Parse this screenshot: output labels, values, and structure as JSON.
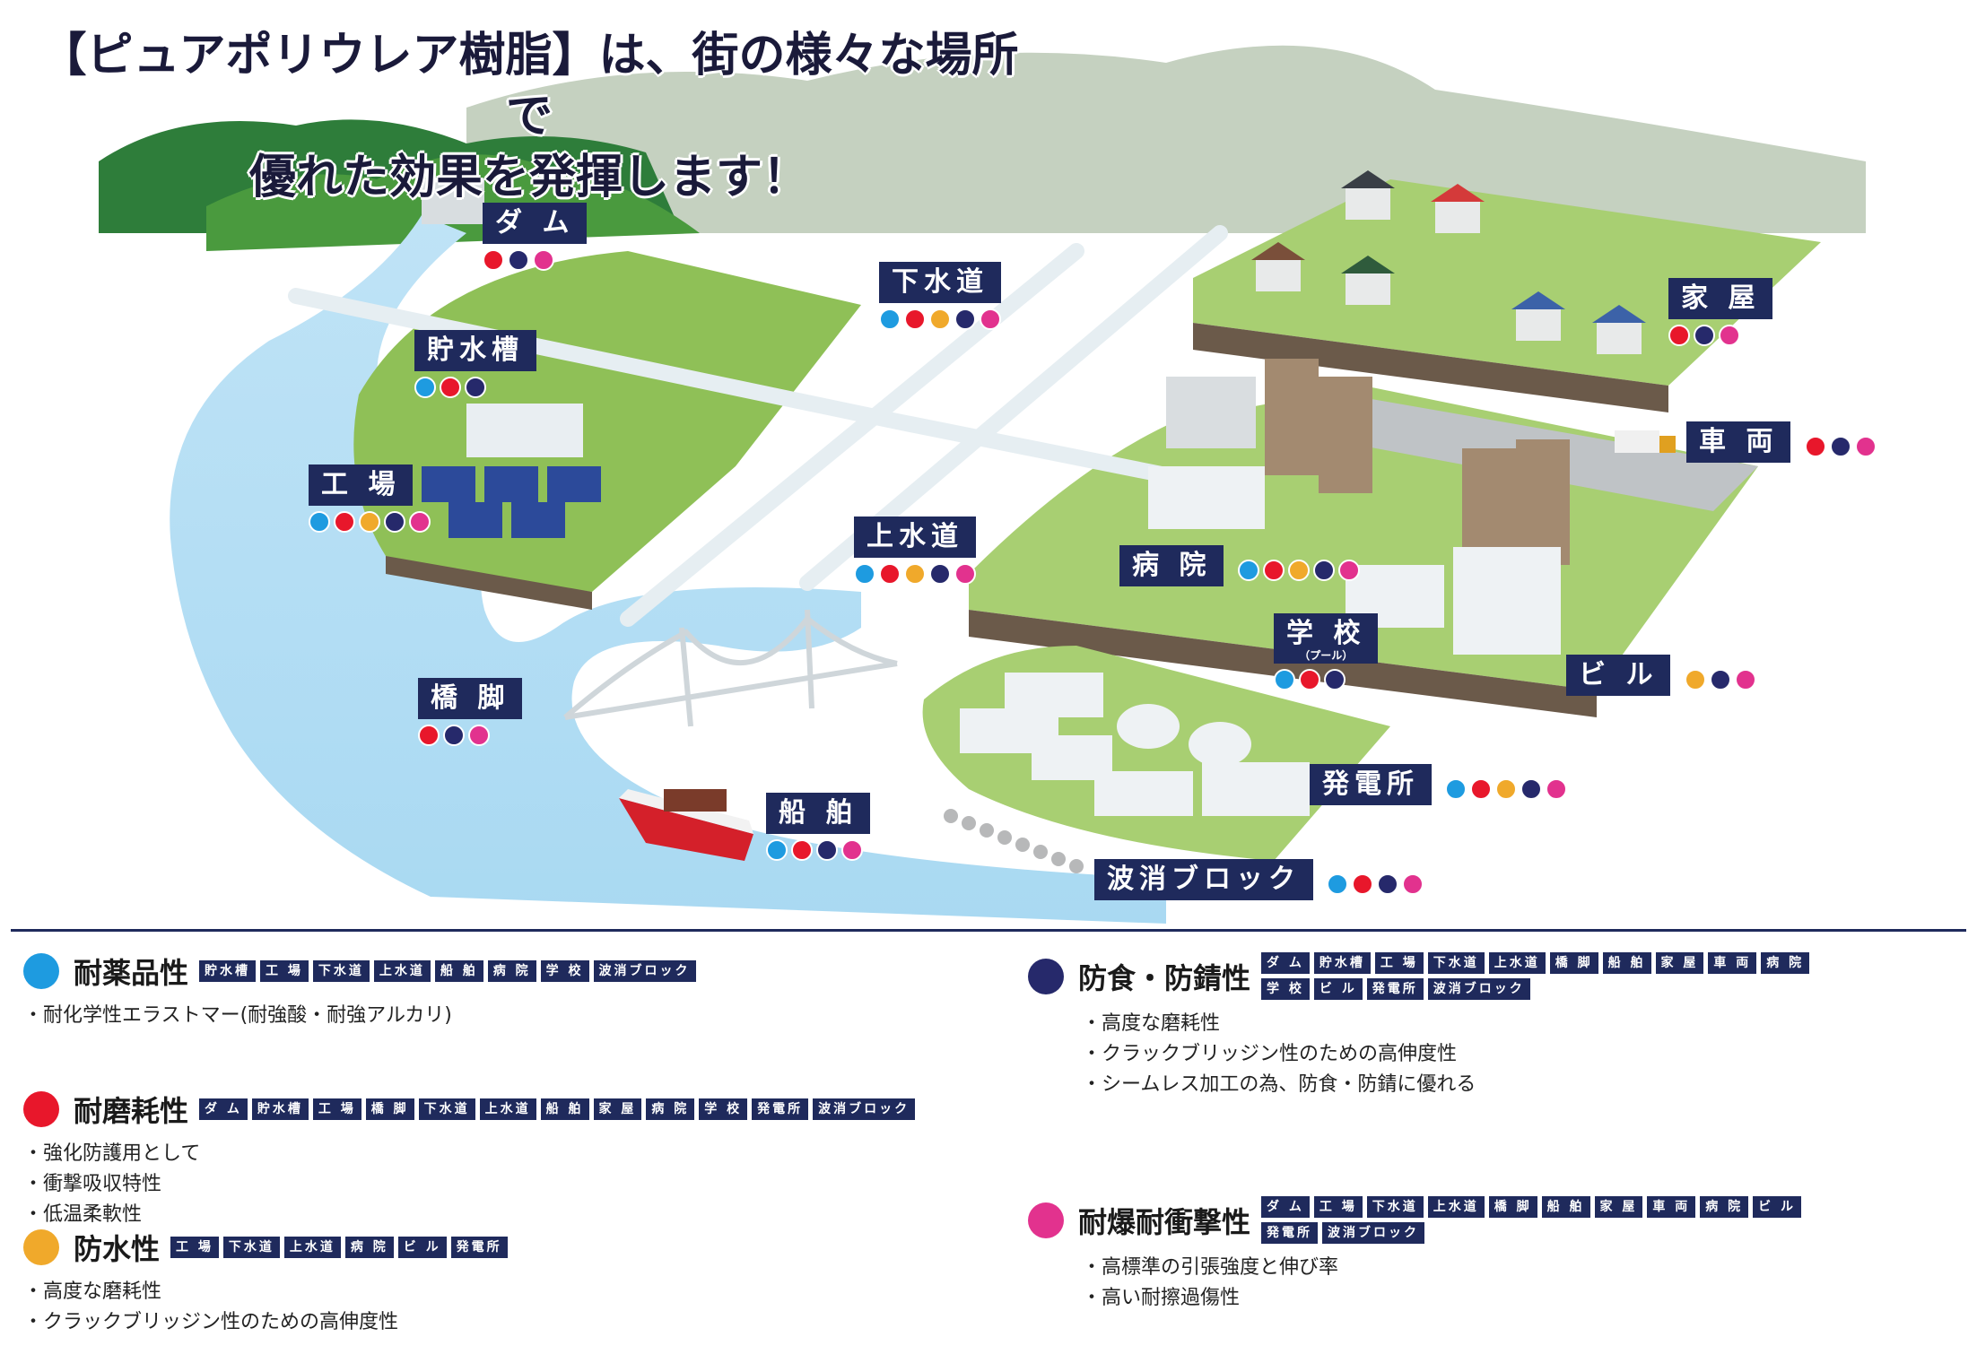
{
  "title": {
    "line1": "【ピュアポリウレア樹脂】は、街の様々な場所で",
    "line2": "優れた効果を発揮します！"
  },
  "colors": {
    "chemical": "#1e9be0",
    "abrasion": "#e8172b",
    "waterproof": "#f0a92b",
    "anticorrosion": "#26296b",
    "blast": "#e2328e",
    "label_bg": "#1f2a5c"
  },
  "locations": [
    {
      "name": "ダ ム",
      "dots": [
        "abrasion",
        "anticorrosion",
        "blast"
      ]
    },
    {
      "name": "下水道",
      "dots": [
        "chemical",
        "abrasion",
        "waterproof",
        "anticorrosion",
        "blast"
      ]
    },
    {
      "name": "家 屋",
      "dots": [
        "abrasion",
        "anticorrosion",
        "blast"
      ]
    },
    {
      "name": "貯水槽",
      "dots": [
        "chemical",
        "abrasion",
        "anticorrosion"
      ]
    },
    {
      "name": "車 両",
      "dots": [
        "abrasion",
        "anticorrosion",
        "blast"
      ]
    },
    {
      "name": "工 場",
      "dots": [
        "chemical",
        "abrasion",
        "waterproof",
        "anticorrosion",
        "blast"
      ]
    },
    {
      "name": "上水道",
      "dots": [
        "chemical",
        "abrasion",
        "waterproof",
        "anticorrosion",
        "blast"
      ]
    },
    {
      "name": "病 院",
      "dots": [
        "chemical",
        "abrasion",
        "waterproof",
        "anticorrosion",
        "blast"
      ]
    },
    {
      "name": "学 校",
      "sub": "（プール）",
      "dots": [
        "chemical",
        "abrasion",
        "anticorrosion"
      ]
    },
    {
      "name": "ビ ル",
      "dots": [
        "waterproof",
        "anticorrosion",
        "blast"
      ]
    },
    {
      "name": "橋 脚",
      "dots": [
        "abrasion",
        "anticorrosion",
        "blast"
      ]
    },
    {
      "name": "発電所",
      "dots": [
        "chemical",
        "abrasion",
        "waterproof",
        "anticorrosion",
        "blast"
      ]
    },
    {
      "name": "船 舶",
      "dots": [
        "chemical",
        "abrasion",
        "anticorrosion",
        "blast"
      ]
    },
    {
      "name": "波消ブロック",
      "dots": [
        "chemical",
        "abrasion",
        "anticorrosion",
        "blast"
      ]
    }
  ],
  "legend": [
    {
      "key": "chemical",
      "name": "耐薬品性",
      "chips": [
        "貯水槽",
        "工 場",
        "下水道",
        "上水道",
        "船 舶",
        "病 院",
        "学 校",
        "波消ブロック"
      ],
      "points": [
        "耐化学性エラストマー(耐強酸・耐強アルカリ)"
      ]
    },
    {
      "key": "abrasion",
      "name": "耐磨耗性",
      "chips": [
        "ダ ム",
        "貯水槽",
        "工 場",
        "橋 脚",
        "下水道",
        "上水道",
        "船 舶",
        "家 屋",
        "病 院",
        "学 校",
        "発電所",
        "波消ブロック"
      ],
      "points": [
        "強化防護用として",
        "衝撃吸収特性",
        "低温柔軟性"
      ]
    },
    {
      "key": "waterproof",
      "name": "防水性",
      "chips": [
        "工 場",
        "下水道",
        "上水道",
        "病 院",
        "ビ ル",
        "発電所"
      ],
      "points": [
        "高度な磨耗性",
        "クラックブリッジン性のための高伸度性"
      ]
    },
    {
      "key": "anticorrosion",
      "name": "防食・防錆性",
      "chips": [
        "ダ ム",
        "貯水槽",
        "工 場",
        "下水道",
        "上水道",
        "橋 脚",
        "船 舶",
        "家 屋",
        "車 両",
        "病 院",
        "学 校",
        "ビ ル",
        "発電所",
        "波消ブロック"
      ],
      "points": [
        "高度な磨耗性",
        "クラックブリッジン性のための高伸度性",
        "シームレス加工の為、防食・防錆に優れる"
      ]
    },
    {
      "key": "blast",
      "name": "耐爆耐衝撃性",
      "chips": [
        "ダ ム",
        "工 場",
        "下水道",
        "上水道",
        "橋 脚",
        "船 舶",
        "家 屋",
        "車 両",
        "病 院",
        "ビ ル",
        "発電所",
        "波消ブロック"
      ],
      "points": [
        "高標準の引張強度と伸び率",
        "高い耐擦過傷性"
      ]
    }
  ]
}
